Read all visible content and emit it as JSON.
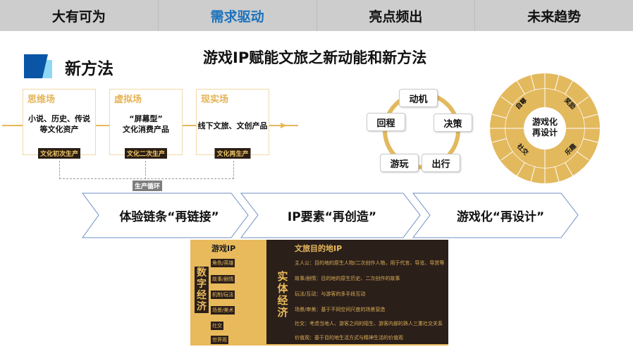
{
  "nav": {
    "tabs": [
      {
        "label": "大有可为",
        "active": false
      },
      {
        "label": "需求驱动",
        "active": true
      },
      {
        "label": "亮点频出",
        "active": false
      },
      {
        "label": "未来趋势",
        "active": false
      }
    ]
  },
  "section": {
    "title": "新方法",
    "icon": "section-marker-icon"
  },
  "main_title": "游戏IP赋能文旅之新动能和新方法",
  "stages": [
    {
      "header": "思维场",
      "body_line1": "小说、历史、传说",
      "body_line2": "等文化资产",
      "tag": "文化初次生产"
    },
    {
      "header": "虚拟场",
      "body_line1": "“屏幕型”",
      "body_line2": "文化消费产品",
      "tag": "文化二次生产"
    },
    {
      "header": "现实场",
      "body_line1": "线下文旅、文创产品",
      "body_line2": "",
      "tag": "文化再生产"
    }
  ],
  "loop_tag": "生产循环",
  "cycle": {
    "items": [
      "动机",
      "决策",
      "出行",
      "游玩",
      "回程"
    ]
  },
  "wheel": {
    "center_line1": "游戏化",
    "center_line2": "再设计",
    "quadrants": [
      "自尊",
      "奖励",
      "乐趣",
      "社交"
    ],
    "colors": {
      "fill": "#e3b95e",
      "center": "#ffffff",
      "divider": "#ffffff"
    }
  },
  "chevrons": [
    {
      "label": "体验链条“再链接”"
    },
    {
      "label": "IP要素“再创造”"
    },
    {
      "label": "游戏化“再设计”"
    }
  ],
  "panel_left": {
    "title": "游戏IP",
    "vertical": "数字经济",
    "items": [
      "角色/英雄",
      "故事/剧情",
      "机制/玩法",
      "场景/美术",
      "社交",
      "世界观"
    ]
  },
  "panel_right": {
    "title": "文旅目的地IP",
    "vertical": "实体经济",
    "items": [
      "主人公：目的地的原生人物/二次创作人物，用于代言、导览、导赏等",
      "故事/剧情：目的地的原生历史、二次创作的故事",
      "玩法/互动：与游客的多手段互动",
      "场景/审美：基于不同空间尺度的场景营造",
      "社交：考虑当地人、游客之间的陌生、游客内部的熟人三重社交关系",
      "价值观：基于目的地生活方式与精神生活的价值观"
    ]
  },
  "colors": {
    "accent_blue": "#1c72bd",
    "gold": "#e6b95a",
    "dark": "#2b1f1a",
    "nav_bg": "#cdcdcd"
  }
}
